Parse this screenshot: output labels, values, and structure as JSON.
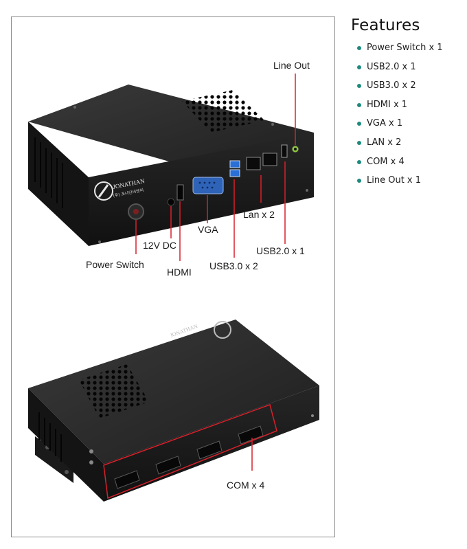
{
  "features": {
    "title": "Features",
    "items": [
      {
        "label": "Power Switch x 1"
      },
      {
        "label": "USB2.0 x 1"
      },
      {
        "label": "USB3.0 x 2"
      },
      {
        "label": "HDMI x 1"
      },
      {
        "label": "VGA x 1"
      },
      {
        "label": "LAN x 2"
      },
      {
        "label": "COM x 4"
      },
      {
        "label": "Line Out x 1"
      }
    ]
  },
  "callouts": {
    "line_out": "Line Out",
    "lan": "Lan x 2",
    "vga": "VGA",
    "usb20": "USB2.0 x 1",
    "dc": "12V DC",
    "power": "Power Switch",
    "usb30": "USB3.0 x 2",
    "hdmi": "HDMI",
    "com": "COM x 4"
  },
  "brand": {
    "logo_text": "JONATHAN",
    "logo_sub": "(주) 조나단씨엔씨"
  },
  "colors": {
    "accent_dot": "#1e8a7e",
    "callout_line": "#d8202a",
    "chassis": "#1b1b1b",
    "usb3_blue": "#2a6fd6",
    "line_out_green": "#8ec63f"
  }
}
